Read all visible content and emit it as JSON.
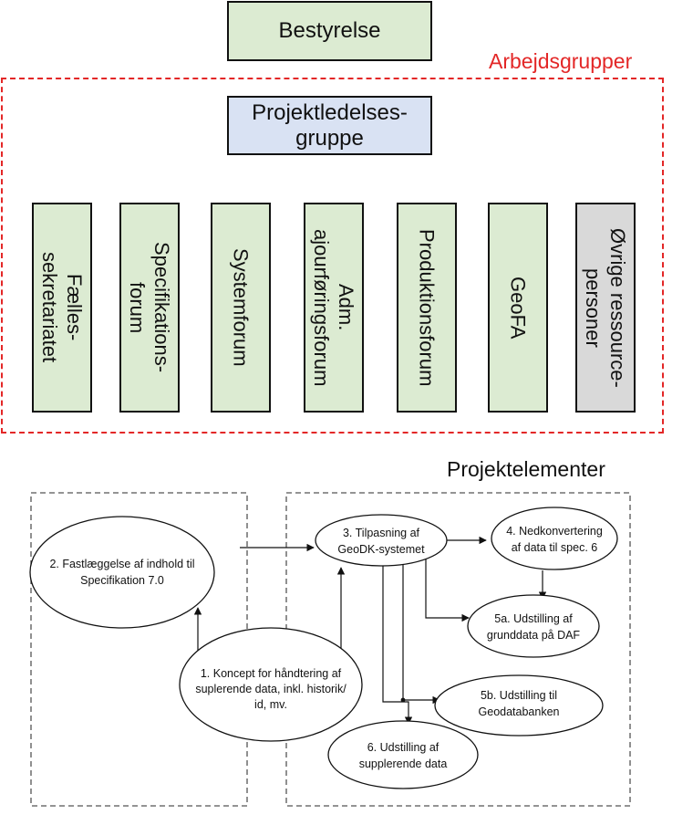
{
  "top": {
    "label": "Bestyrelse"
  },
  "arbejdsgrupper": {
    "title": "Arbejdsgrupper",
    "lead": {
      "line1": "Projektledelses-",
      "line2": "gruppe"
    },
    "groups": [
      {
        "line1": "Fælles-",
        "line2": "sekretariatet"
      },
      {
        "line1": "Specifikations-",
        "line2": "forum"
      },
      {
        "line1": "Systemforum",
        "line2": ""
      },
      {
        "line1": "Adm.",
        "line2": "ajourføringsforum"
      },
      {
        "line1": "Produktionsforum",
        "line2": ""
      },
      {
        "line1": "GeoFA",
        "line2": ""
      },
      {
        "line1": "Øvrige ressource-",
        "line2": "personer"
      }
    ]
  },
  "projektelementer": {
    "title": "Projektelementer",
    "nodes": [
      {
        "lines": [
          "1. Koncept for håndtering af",
          "suplerende data, inkl. historik/",
          "id, mv."
        ]
      },
      {
        "lines": [
          "2. Fastlæggelse af indhold til",
          "Specifikation 7.0"
        ]
      },
      {
        "lines": [
          "3. Tilpasning af",
          "GeoDK-systemet"
        ]
      },
      {
        "lines": [
          "4. Nedkonvertering",
          "af data til spec. 6"
        ]
      },
      {
        "lines": [
          "5a. Udstilling af",
          "grunddata på DAF"
        ]
      },
      {
        "lines": [
          "5b. Udstilling til",
          "Geodatabanken"
        ]
      },
      {
        "lines": [
          "6. Udstilling af",
          "supplerende data"
        ]
      }
    ]
  },
  "colors": {
    "green": "#dcebd2",
    "blue": "#d9e2f3",
    "grey": "#d9d9d9",
    "red_dash": "#e32727"
  }
}
